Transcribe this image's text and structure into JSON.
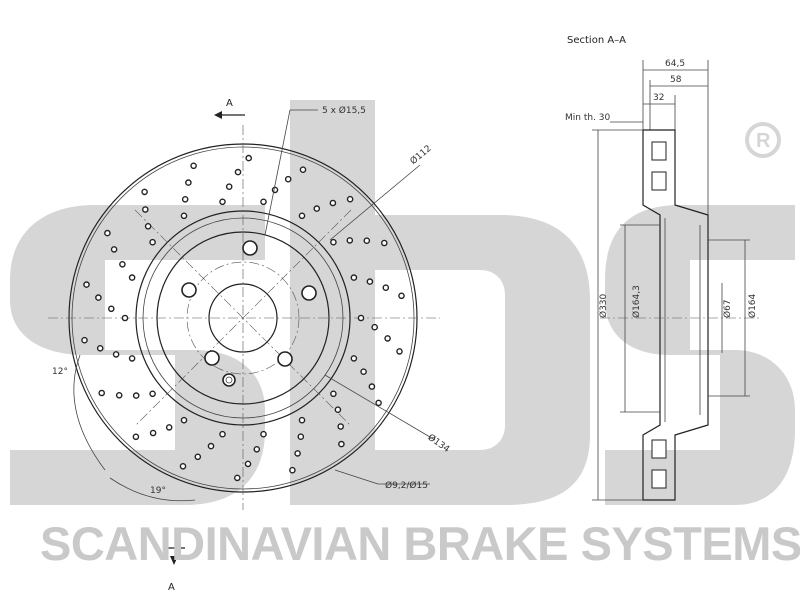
{
  "brand": {
    "company_name": "SCANDINAVIAN BRAKE SYSTEMS",
    "logo_text": "sbs",
    "registered_mark": "R",
    "watermark_color": "#d2d2d2"
  },
  "front_view": {
    "section_marker_top": "A",
    "section_marker_bottom": "A",
    "bolt_holes_label": "5 x Ø15,5",
    "pitch_diameter_label": "Ø112",
    "hub_diameter_label": "Ø134",
    "drill_hole_label": "Ø9,2/Ø15",
    "angle_label_1": "12°",
    "angle_label_2": "19°"
  },
  "section_view": {
    "title": "Section A–A",
    "overall_width": "64,5",
    "hat_depth": "58",
    "thickness": "32",
    "min_thickness": "Min th. 30",
    "outer_diameter": "Ø330",
    "inner_diameter": "Ø164,3",
    "center_bore": "Ø67",
    "hat_diameter": "Ø164"
  }
}
